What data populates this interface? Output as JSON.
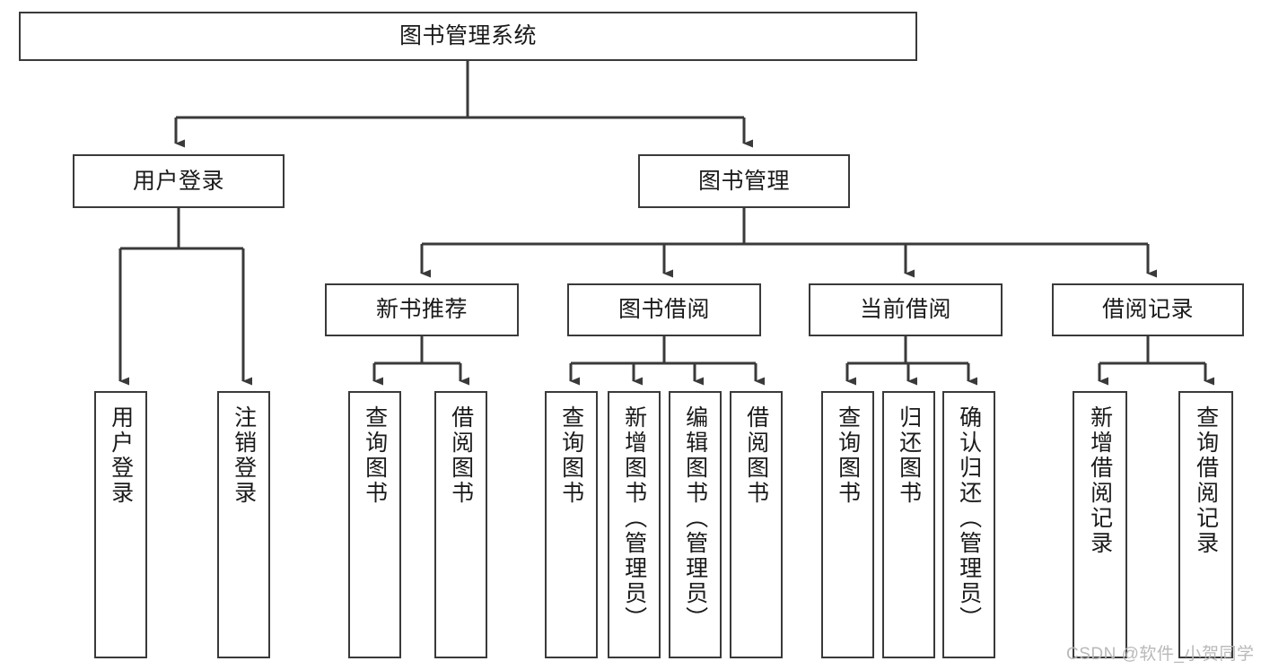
{
  "diagram": {
    "type": "tree-hierarchy",
    "title": "图书管理系统",
    "orientation": "top-down",
    "colors": {
      "box_border": "#3a3a3a",
      "box_fill": "#ffffff",
      "connector": "#3a3a3a",
      "text": "#1a1a1a",
      "watermark": "#b9b9b9",
      "background": "#ffffff"
    },
    "root": {
      "label": "图书管理系统"
    },
    "level2": [
      {
        "label": "用户登录"
      },
      {
        "label": "图书管理"
      }
    ],
    "level3": [
      {
        "label": "新书推荐"
      },
      {
        "label": "图书借阅"
      },
      {
        "label": "当前借阅"
      },
      {
        "label": "借阅记录"
      }
    ],
    "leaves": {
      "user_login": [
        {
          "label": "用户登录"
        },
        {
          "label": "注销登录"
        }
      ],
      "new_book": [
        {
          "label": "查询图书"
        },
        {
          "label": "借阅图书"
        }
      ],
      "book_borrow": [
        {
          "label": "查询图书"
        },
        {
          "label": "新增图书（管理员）"
        },
        {
          "label": "编辑图书（管理员）"
        },
        {
          "label": "借阅图书"
        }
      ],
      "current_borrow": [
        {
          "label": "查询图书"
        },
        {
          "label": "归还图书"
        },
        {
          "label": "确认归还（管理员）"
        }
      ],
      "borrow_record": [
        {
          "label": "新增借阅记录"
        },
        {
          "label": "查询借阅记录"
        }
      ]
    }
  },
  "watermark": {
    "text": "CSDN @软件_小贺同学"
  }
}
